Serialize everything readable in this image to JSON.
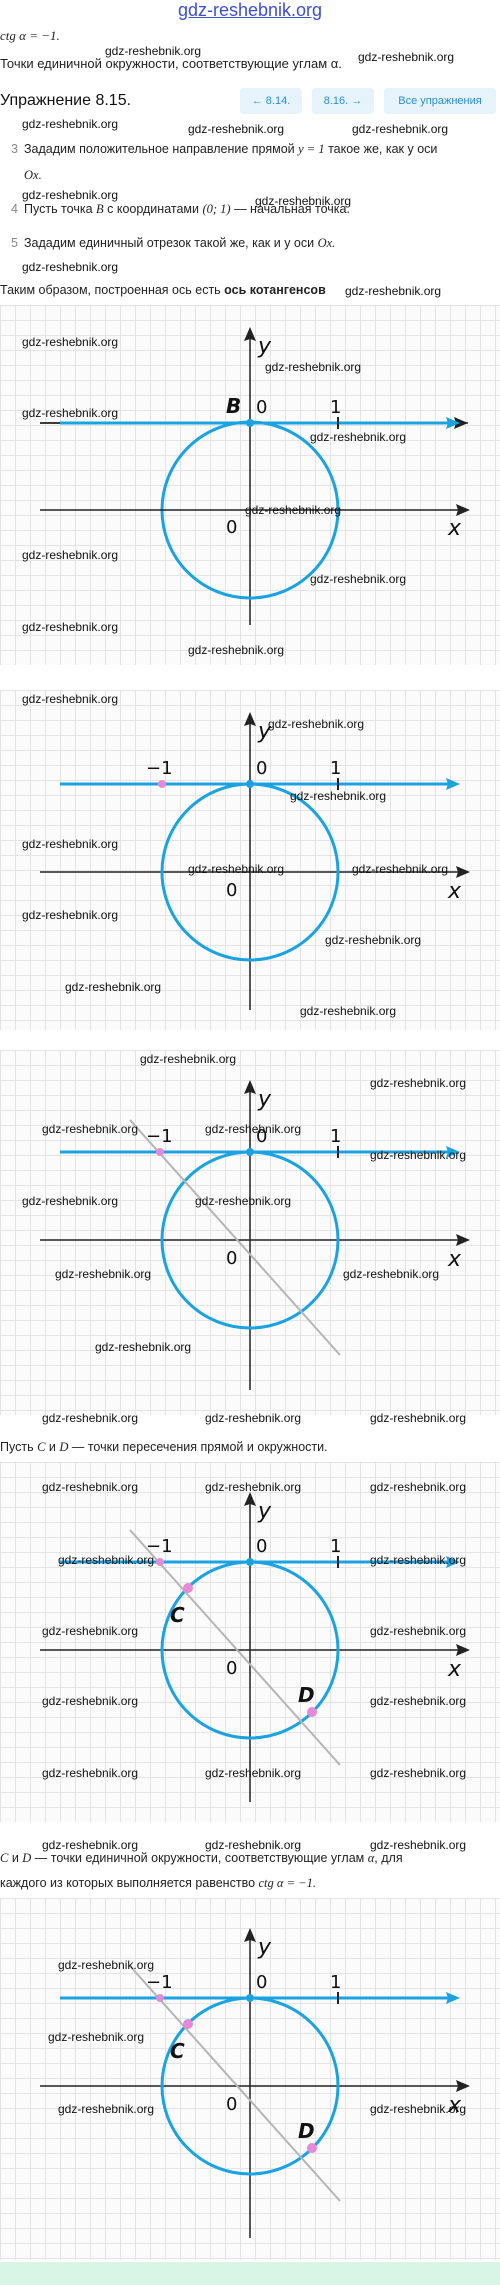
{
  "site": {
    "title": "gdz-reshebnik.org"
  },
  "watermark": "gdz-reshebnik.org",
  "intro": {
    "formula": "ctg α = −1.",
    "sentence": "Точки единичной окружности, соответствующие углам α."
  },
  "header": {
    "exercise_title": "Упражнение 8.15.",
    "prev_button": "8.14.",
    "next_button": "8.16.",
    "all_button": "Все упражнения"
  },
  "steps": [
    {
      "num": "3",
      "text_a": "Зададим положительное направление прямой ",
      "math_a": "y = 1",
      "text_b": " такое же, как у оси",
      "line2": "Ox."
    },
    {
      "num": "4",
      "text_a": "Пусть точка ",
      "math_a": "B",
      "text_b": " с координатами ",
      "math_b": "(0;  1)",
      "text_c": " — начальная точка."
    },
    {
      "num": "5",
      "text_a": "Зададим единичный отрезок такой же, как и у оси ",
      "math_a": "Ox."
    }
  ],
  "conclusion": {
    "text": "Таким образом, построенная ось есть ",
    "bold": "ось котангенсов"
  },
  "sentence_cd": {
    "a": "Пусть ",
    "m1": "C",
    "b": " и ",
    "m2": "D",
    "c": " — точки пересечения прямой и окружности."
  },
  "final": {
    "m1": "C",
    "a": " и ",
    "m2": "D",
    "b": " — точки единичной окружности, соответствующие углам ",
    "m3": "α",
    "c": ", для",
    "line2a": "каждого из которых выполняется равенство ",
    "line2m": "ctg α = −1."
  },
  "labels": {
    "x": "x",
    "y": "y",
    "zero": "0",
    "one": "1",
    "minus_one": "−1",
    "B": "B",
    "C": "C",
    "D": "D"
  },
  "colors": {
    "circle": "#1aa3e0",
    "axis_line": "#1aa3e0",
    "point_blue": "#1aa3e0",
    "point_pink": "#e58ad8",
    "diagonal": "#b5b5b5",
    "grid": "#e4e4e4"
  }
}
